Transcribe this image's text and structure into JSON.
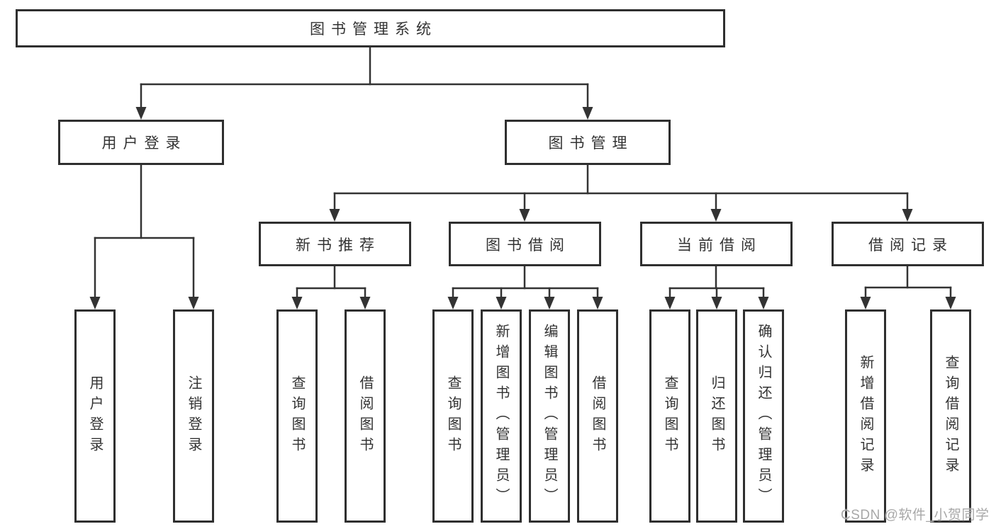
{
  "diagram": {
    "root": {
      "label": "图书管理系统"
    },
    "branches": [
      {
        "label": "用户登录",
        "children": [
          {
            "label": "用户登录"
          },
          {
            "label": "注销登录"
          }
        ]
      },
      {
        "label": "图书管理",
        "children": [
          {
            "label": "新书推荐",
            "children": [
              {
                "label": "查询图书"
              },
              {
                "label": "借阅图书"
              }
            ]
          },
          {
            "label": "图书借阅",
            "children": [
              {
                "label": "查询图书"
              },
              {
                "label": "新增图书（管理员）"
              },
              {
                "label": "编辑图书（管理员）"
              },
              {
                "label": "借阅图书"
              }
            ]
          },
          {
            "label": "当前借阅",
            "children": [
              {
                "label": "查询图书"
              },
              {
                "label": "归还图书"
              },
              {
                "label": "确认归还（管理员）"
              }
            ]
          },
          {
            "label": "借阅记录",
            "children": [
              {
                "label": "新增借阅记录"
              },
              {
                "label": "查询借阅记录"
              }
            ]
          }
        ]
      }
    ],
    "watermark": "CSDN @软件_小贺同学",
    "colors": {
      "line": "#333333",
      "text": "#333333",
      "watermark": "#a8a8a8",
      "background": "#ffffff"
    }
  }
}
